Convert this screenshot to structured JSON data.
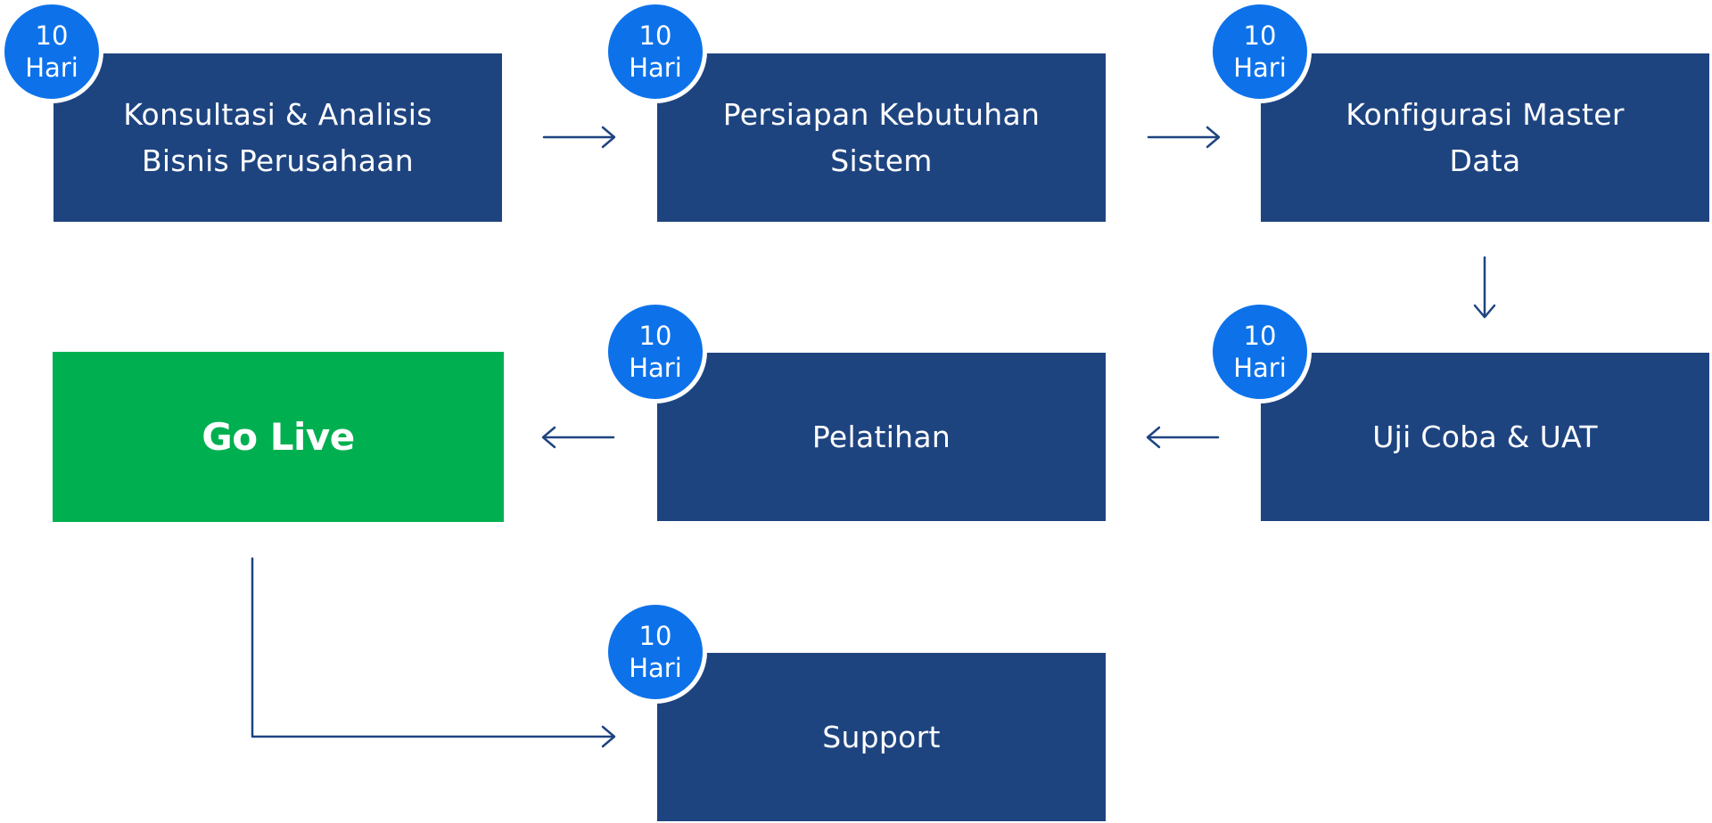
{
  "steps": [
    {
      "label": "Konsultasi & Analisis\nBisnis Perusahaan",
      "badge": {
        "number": "10",
        "unit": "Hari"
      }
    },
    {
      "label": "Persiapan Kebutuhan\nSistem",
      "badge": {
        "number": "10",
        "unit": "Hari"
      }
    },
    {
      "label": "Konfigurasi Master\nData",
      "badge": {
        "number": "10",
        "unit": "Hari"
      }
    },
    {
      "label": "Uji Coba & UAT",
      "badge": {
        "number": "10",
        "unit": "Hari"
      }
    },
    {
      "label": "Pelatihan",
      "badge": {
        "number": "10",
        "unit": "Hari"
      }
    },
    {
      "label": "Go Live"
    },
    {
      "label": "Support",
      "badge": {
        "number": "10",
        "unit": "Hari"
      }
    }
  ],
  "colors": {
    "step_box": "#1e4480",
    "go_live_box": "#00b050",
    "badge": "#0d72ea",
    "arrow": "#1e4480"
  }
}
